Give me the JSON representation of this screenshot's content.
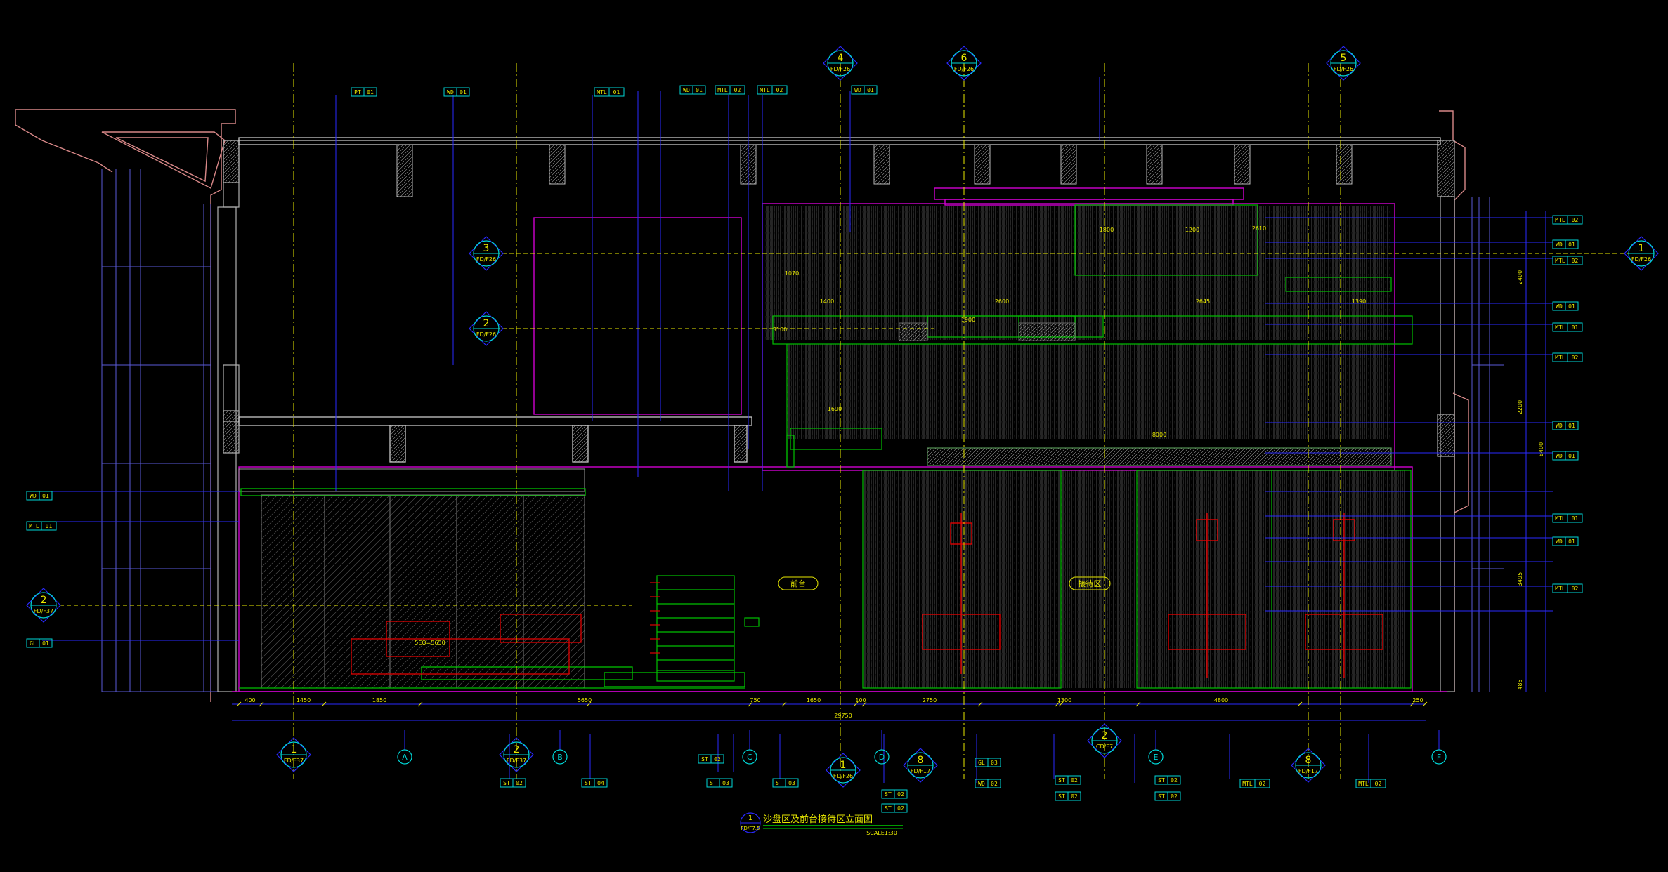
{
  "drawing": {
    "title": "沙盘区及前台接待区立面图",
    "scale": "SCALE1:30",
    "number": "1",
    "sheet": "FD/F7.5"
  },
  "colors": {
    "background": "#000000",
    "blue": "#2a2aff",
    "green": "#00d000",
    "magenta": "#d000d0",
    "red": "#e00000",
    "cyan": "#00d8d8",
    "yellow": "#e8e800",
    "white": "#e8e8e8",
    "gray": "#8a8a8a",
    "pink": "#d88888"
  },
  "section_markers": [
    {
      "num": "4",
      "sheet": "FD/F26"
    },
    {
      "num": "6",
      "sheet": "FD/F26"
    },
    {
      "num": "5",
      "sheet": "FD/F26"
    },
    {
      "num": "3",
      "sheet": "FD/F26"
    },
    {
      "num": "2",
      "sheet": "FD/F26"
    },
    {
      "num": "1",
      "sheet": "FD/F26"
    },
    {
      "num": "2",
      "sheet": "FD/F37"
    },
    {
      "num": "1",
      "sheet": "FD/F37"
    },
    {
      "num": "2",
      "sheet": "FD/F37"
    },
    {
      "num": "1",
      "sheet": "FD/F26"
    },
    {
      "num": "8",
      "sheet": "FD/F17"
    },
    {
      "num": "2",
      "sheet": "CD/F7"
    },
    {
      "num": "8",
      "sheet": "FD/F17"
    }
  ],
  "grid_labels": [
    "A",
    "B",
    "C",
    "D",
    "E",
    "F"
  ],
  "material_tags": [
    {
      "code": "PT",
      "num": "01"
    },
    {
      "code": "WD",
      "num": "01"
    },
    {
      "code": "MTL",
      "num": "01"
    },
    {
      "code": "WD",
      "num": "01"
    },
    {
      "code": "MTL",
      "num": "02"
    },
    {
      "code": "MTL",
      "num": "02"
    },
    {
      "code": "WD",
      "num": "01"
    },
    {
      "code": "MTL",
      "num": "02"
    },
    {
      "code": "WD",
      "num": "01"
    },
    {
      "code": "MTL",
      "num": "02"
    },
    {
      "code": "WD",
      "num": "01"
    },
    {
      "code": "MTL",
      "num": "01"
    },
    {
      "code": "MTL",
      "num": "02"
    },
    {
      "code": "WD",
      "num": "01"
    },
    {
      "code": "WD",
      "num": "01"
    },
    {
      "code": "MTL",
      "num": "01"
    },
    {
      "code": "WD",
      "num": "01"
    },
    {
      "code": "MTL",
      "num": "02"
    },
    {
      "code": "WD",
      "num": "01"
    },
    {
      "code": "MTL",
      "num": "01"
    },
    {
      "code": "GL",
      "num": "01"
    },
    {
      "code": "ST",
      "num": "02"
    },
    {
      "code": "ST",
      "num": "04"
    },
    {
      "code": "ST",
      "num": "02"
    },
    {
      "code": "ST",
      "num": "03"
    },
    {
      "code": "ST",
      "num": "03"
    },
    {
      "code": "ST",
      "num": "02"
    },
    {
      "code": "ST",
      "num": "02"
    },
    {
      "code": "GL",
      "num": "03"
    },
    {
      "code": "WD",
      "num": "02"
    },
    {
      "code": "ST",
      "num": "02"
    },
    {
      "code": "ST",
      "num": "02"
    },
    {
      "code": "ST",
      "num": "02"
    },
    {
      "code": "ST",
      "num": "02"
    },
    {
      "code": "MTL",
      "num": "02"
    },
    {
      "code": "MTL",
      "num": "02"
    }
  ],
  "bottom_dimensions": [
    "400",
    "1450",
    "1850",
    "5650",
    "750",
    "1650",
    "100",
    "2750",
    "1300",
    "4800",
    "250"
  ],
  "overall_dimension": "29750",
  "inner_dimensions": [
    "1800",
    "1200",
    "2610",
    "2645",
    "1390",
    "2600",
    "8000",
    "1900",
    "1400",
    "1070",
    "1690",
    "3100",
    "5EQ=5650"
  ],
  "height_dimensions": [
    "2400",
    "2200",
    "8400",
    "3495",
    "485"
  ],
  "room_labels": [
    "前台",
    "接待区"
  ]
}
